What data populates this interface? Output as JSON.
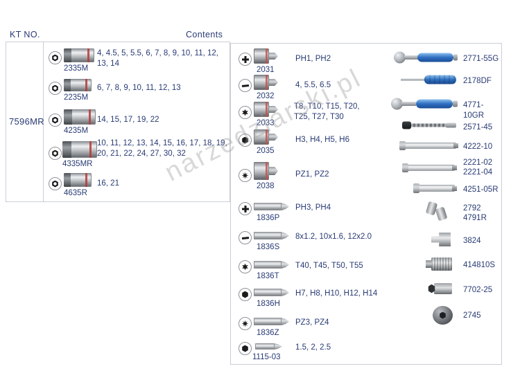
{
  "header": {
    "kt_no_label": "KT NO.",
    "contents_label": "Contents"
  },
  "kit_number": "7596MR",
  "watermark_text": "narzedziarski.pl",
  "sockets": [
    {
      "code": "2335M",
      "sizes": "4, 4.5, 5, 5.5, 6, 7, 8, 9, 10, 11, 12, 13, 14",
      "icon": "hexagon"
    },
    {
      "code": "2235M",
      "sizes": "6, 7, 8, 9, 10, 11, 12, 13",
      "icon": "hexagon"
    },
    {
      "code": "4235M",
      "sizes": "14, 15, 17, 19, 22",
      "icon": "hexagon"
    },
    {
      "code": "4335MR",
      "sizes": "10, 11, 12, 13, 14, 15, 16, 17, 18, 19, 20, 21, 22, 24, 27, 30, 32",
      "icon": "hexagon"
    },
    {
      "code": "4635R",
      "sizes": "16, 21",
      "icon": "hexagon"
    }
  ],
  "bits": [
    {
      "code": "2031",
      "sizes": "PH1, PH2",
      "icon": "phillips"
    },
    {
      "code": "2032",
      "sizes": "4, 5.5, 6.5",
      "icon": "slotted"
    },
    {
      "code": "2033",
      "sizes": "T8, T10, T15, T20, T25, T27, T30",
      "icon": "torx"
    },
    {
      "code": "2035",
      "sizes": "H3, H4, H5, H6",
      "icon": "hex"
    },
    {
      "code": "2038",
      "sizes": "PZ1, PZ2",
      "icon": "pozidriv"
    },
    {
      "code": "1836P",
      "sizes": "PH3, PH4",
      "icon": "phillips"
    },
    {
      "code": "1836S",
      "sizes": "8x1.2, 10x1.6, 12x2.0",
      "icon": "slotted"
    },
    {
      "code": "1836T",
      "sizes": "T40, T45, T50, T55",
      "icon": "torx"
    },
    {
      "code": "1836H",
      "sizes": "H7, H8, H10, H12, H14",
      "icon": "hex"
    },
    {
      "code": "1836Z",
      "sizes": "PZ3, PZ4",
      "icon": "pozidriv"
    },
    {
      "code": "1115-03",
      "sizes": "1.5, 2, 2.5",
      "icon": "hex"
    }
  ],
  "tools": [
    {
      "labels": [
        "2771-55G"
      ]
    },
    {
      "labels": [
        "2178DF"
      ]
    },
    {
      "labels": [
        "4771-10GR"
      ]
    },
    {
      "labels": [
        "2571-45"
      ]
    },
    {
      "labels": [
        "4222-10"
      ]
    },
    {
      "labels": [
        "2221-02",
        "2221-04"
      ]
    },
    {
      "labels": [
        "4251-05R"
      ]
    },
    {
      "labels": [
        "2792",
        "4791R"
      ]
    },
    {
      "labels": [
        "3824"
      ]
    },
    {
      "labels": [
        "414810S"
      ]
    },
    {
      "labels": [
        "7702-25"
      ]
    },
    {
      "labels": [
        "2745"
      ]
    }
  ]
}
